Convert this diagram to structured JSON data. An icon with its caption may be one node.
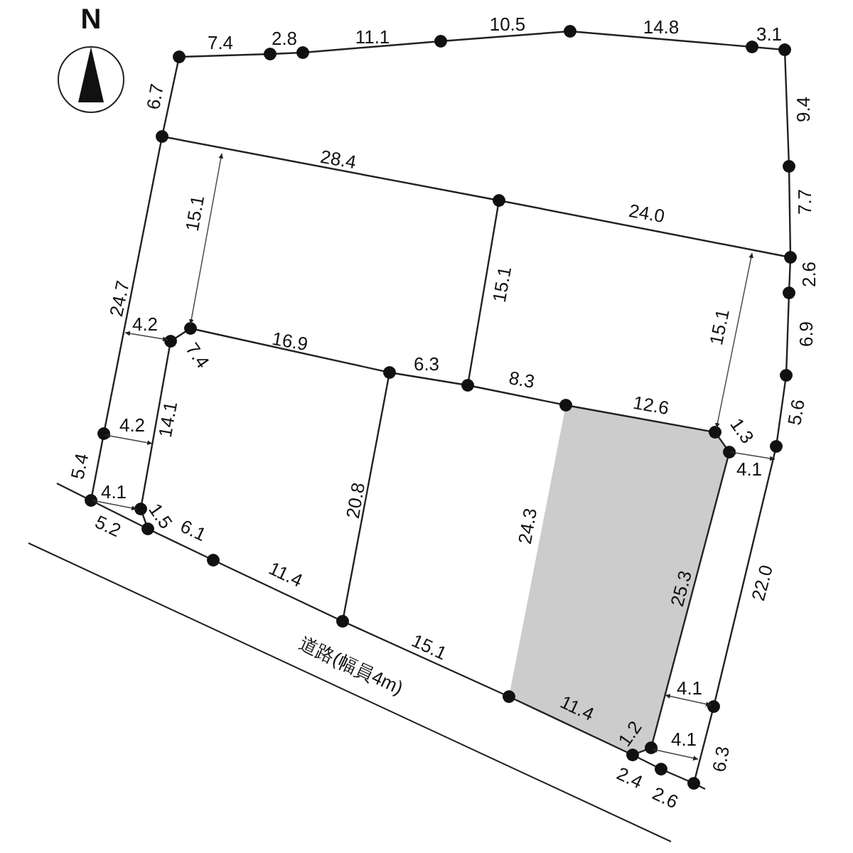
{
  "diagram": {
    "labels": [
      "N",
      "7.4",
      "2.8",
      "11.1",
      "10.5",
      "14.8",
      "3.1",
      "6.7",
      "9.4",
      "28.4",
      "15.1",
      "24.0",
      "7.7",
      "15.1",
      "2.6",
      "24.7",
      "4.2",
      "16.9",
      "6.3",
      "8.3",
      "12.6",
      "15.1",
      "6.9",
      "7.4",
      "1.3",
      "5.6",
      "4.2",
      "14.1",
      "4.1",
      "5.4",
      "4.1",
      "5.2",
      "1.5",
      "6.1",
      "20.8",
      "24.3",
      "25.3",
      "22.0",
      "11.4",
      "15.1",
      "道路(幅員4m)",
      "4.1",
      "11.4",
      "1.2",
      "4.1",
      "6.3",
      "2.4",
      "2.6"
    ]
  }
}
